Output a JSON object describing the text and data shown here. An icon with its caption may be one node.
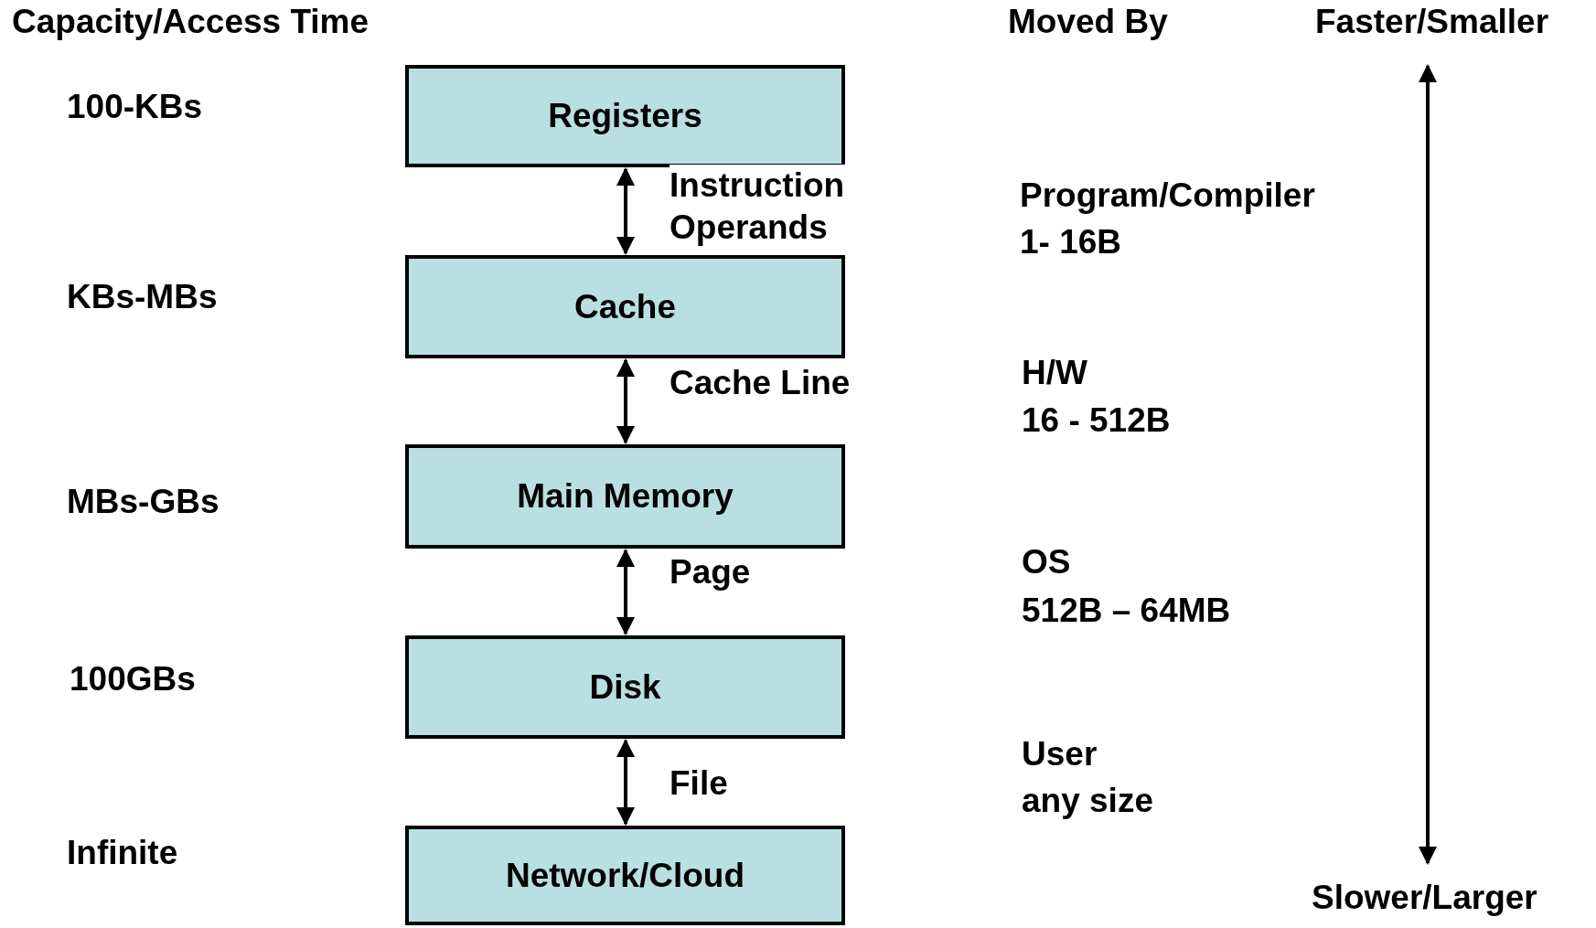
{
  "diagram": {
    "nodes": [
      {
        "text": [
          "Registers"
        ]
      },
      {
        "text": [
          "Cache"
        ]
      },
      {
        "text": [
          "Main Memory"
        ]
      },
      {
        "text": [
          "Disk"
        ]
      },
      {
        "text": [
          "Network/Cloud"
        ]
      }
    ],
    "edges": [
      {
        "from": 0,
        "to": 1,
        "arrow": "both",
        "label": "Instruction Operands"
      },
      {
        "from": 1,
        "to": 2,
        "arrow": "both",
        "label": "Cache Line"
      },
      {
        "from": 2,
        "to": 3,
        "arrow": "both",
        "label": "Page"
      },
      {
        "from": 3,
        "to": 4,
        "arrow": "both",
        "label": "File"
      }
    ],
    "labels": [
      "Capacity/Access Time",
      "Moved By",
      "Faster/Smaller",
      "100-KBs",
      "Program/Compiler",
      "1- 16B",
      "KBs-MBs",
      "H/W",
      "16 - 512B",
      "MBs-GBs",
      "OS",
      "512B – 64MB",
      "100GBs",
      "User",
      "any size",
      "Infinite",
      "Slower/Larger"
    ]
  }
}
